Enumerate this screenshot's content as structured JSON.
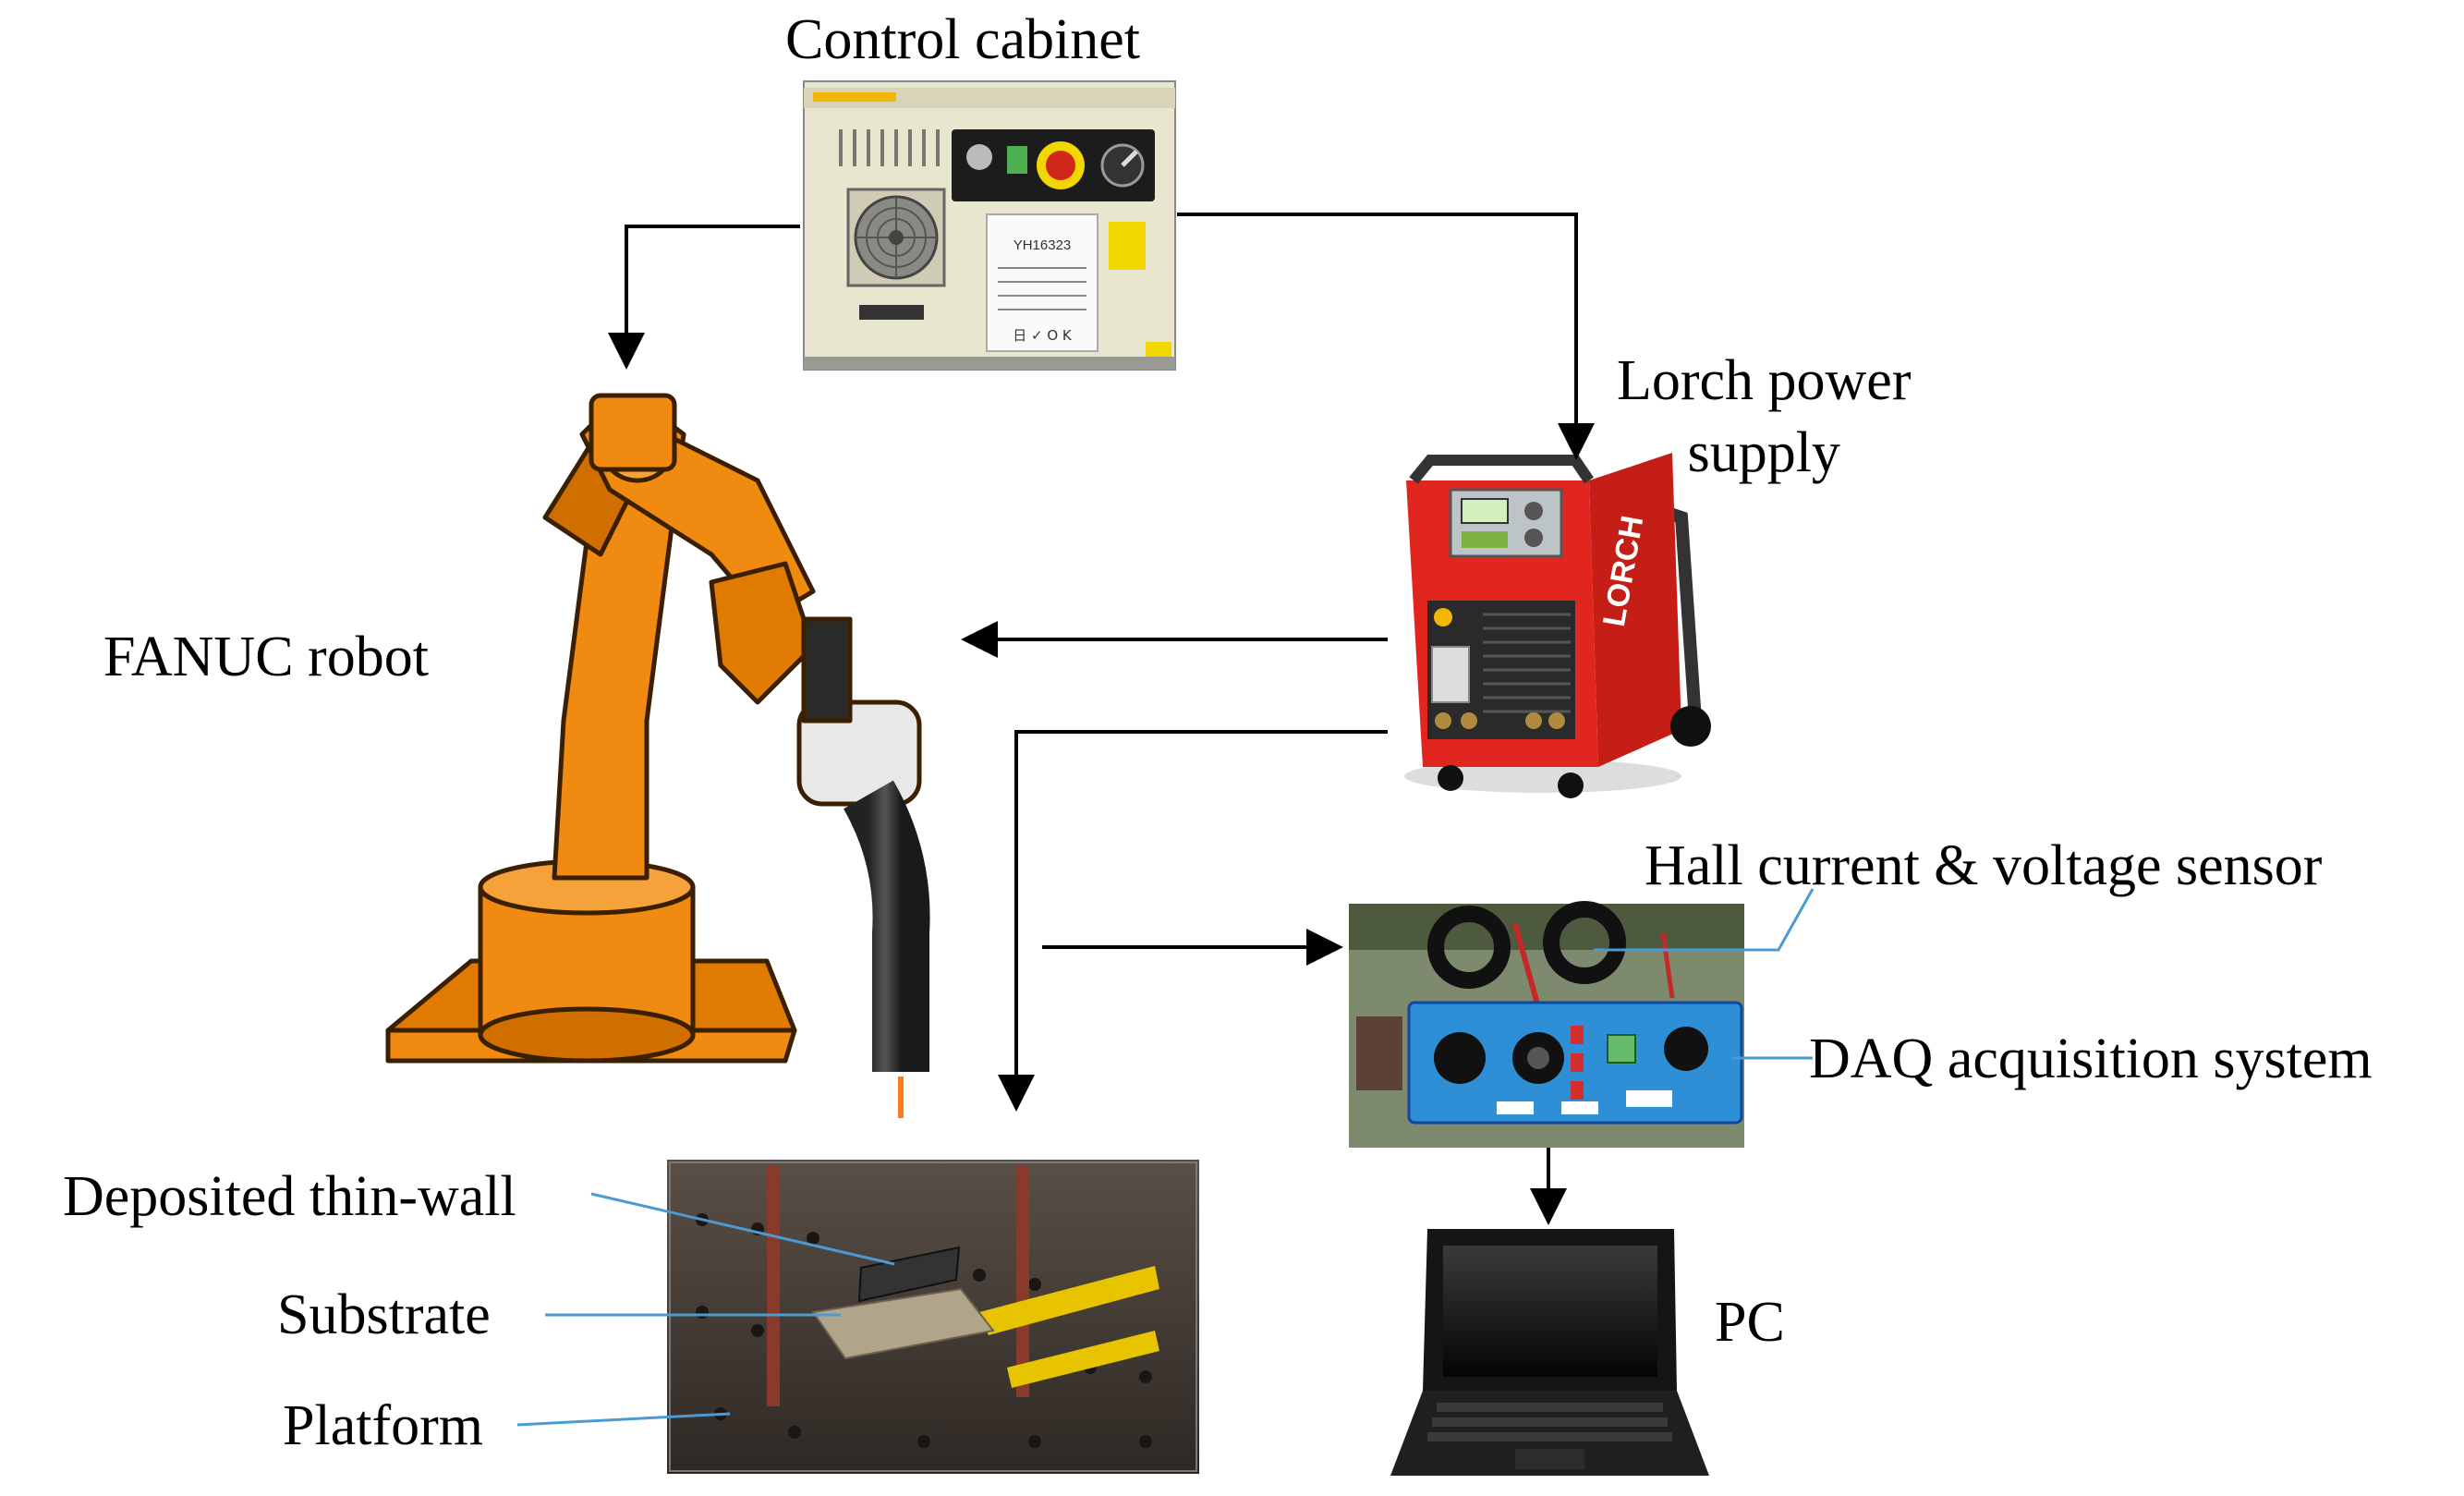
{
  "labels": {
    "control_cabinet": "Control cabinet",
    "lorch_line1": "Lorch power",
    "lorch_line2": "supply",
    "fanuc_robot": "FANUC robot",
    "hall_sensor": "Hall current & voltage sensor",
    "daq_system": "DAQ acquisition system",
    "pc": "PC",
    "deposited_thin_wall": "Deposited thin-wall",
    "substrate": "Substrate",
    "platform": "Platform"
  },
  "cabinet_text": {
    "model": "YH16323",
    "stamp": "日 ✓ O K"
  },
  "lorch_brand": "LORCH",
  "colors": {
    "robot_orange": "#f08a10",
    "robot_dark": "#b35a00",
    "lorch_red": "#e0261f",
    "daq_blue": "#2f8fd6",
    "leader_line_blue": "#4a9bd4",
    "arrow": "#000000"
  }
}
